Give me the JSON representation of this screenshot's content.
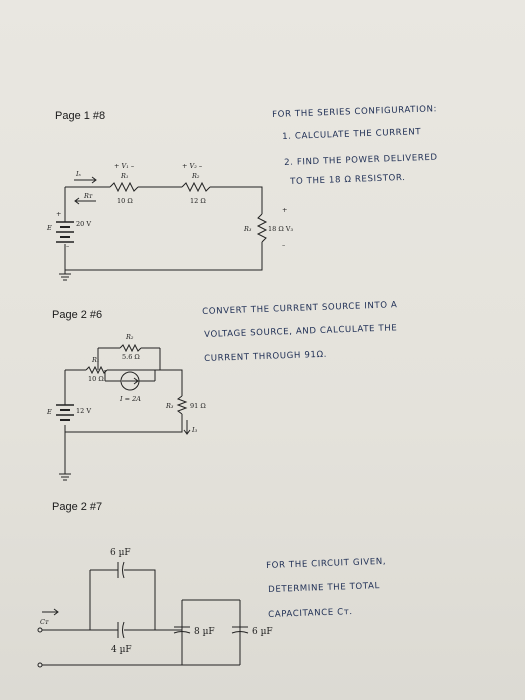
{
  "sections": [
    {
      "heading": "Page 1 #8",
      "notes": [
        "For the series configuration:",
        "1. Calculate the current",
        "2. Find the power delivered",
        "to the 18 Ω resistor."
      ],
      "circuit": {
        "source_label": "E",
        "source_value": "20 V",
        "v1_label": "+ V₁ –",
        "v2_label": "+ V₂ –",
        "r1_label": "R₁",
        "r1_value": "10 Ω",
        "r2_label": "R₂",
        "r2_value": "12 Ω",
        "r3_label": "R₃",
        "r3_value": "18 Ω V₃",
        "current_label": "Iₛ",
        "rt_label": "Rᴛ",
        "v3_plus": "+",
        "v3_minus": "–",
        "e_plus": "+",
        "e_minus": "–"
      }
    },
    {
      "heading": "Page 2 #6",
      "notes": [
        "Convert the current source into a",
        "voltage source, and calculate the",
        "current through 91Ω."
      ],
      "circuit": {
        "r2_label": "R₂",
        "r2_value": "5.6 Ω",
        "r1_label": "R₁",
        "r1_value": "10 Ω",
        "i_label": "I = 2A",
        "e_label": "E",
        "e_value": "12 V",
        "r3_label": "R₃",
        "r3_value": "91 Ω",
        "i3_label": "I₃"
      }
    },
    {
      "heading": "Page 2 #7",
      "notes": [
        "For the circuit given,",
        "determine the total",
        "capacitance Cᴛ."
      ],
      "circuit": {
        "c_top": "6 µF",
        "c_mid": "4 µF",
        "c_8": "8 µF",
        "c_6": "6 µF",
        "ct_label": "Cᴛ"
      }
    }
  ]
}
